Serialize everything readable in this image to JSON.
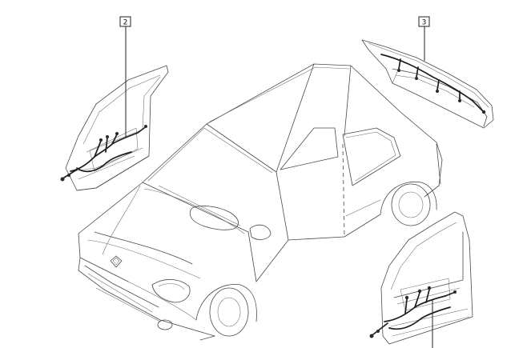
{
  "callouts": [
    {
      "id": "2",
      "label": "2"
    },
    {
      "id": "3",
      "label": "3"
    }
  ],
  "icons": {
    "vehicle": "hatchback-car-icon",
    "brand": "diamond-logo-icon"
  },
  "colors": {
    "line": "#4a4a4a",
    "wiring": "#1e1e1e",
    "background": "#ffffff"
  }
}
